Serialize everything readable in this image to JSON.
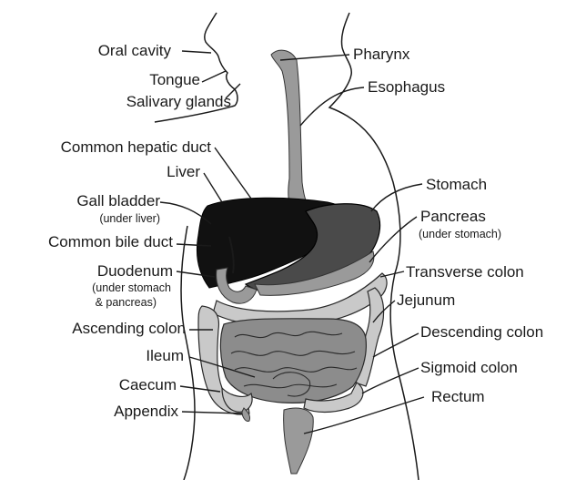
{
  "labels": {
    "oral_cavity": "Oral cavity",
    "tongue": "Tongue",
    "salivary_glands": "Salivary glands",
    "pharynx": "Pharynx",
    "esophagus": "Esophagus",
    "common_hepatic_duct": "Common hepatic duct",
    "liver": "Liver",
    "gall_bladder": "Gall bladder",
    "gall_bladder_note": "(under liver)",
    "common_bile_duct": "Common bile duct",
    "duodenum": "Duodenum",
    "duodenum_note_1": "(under stomach",
    "duodenum_note_2": "& pancreas)",
    "ascending_colon": "Ascending colon",
    "ileum": "Ileum",
    "caecum": "Caecum",
    "appendix": "Appendix",
    "stomach": "Stomach",
    "pancreas": "Pancreas",
    "pancreas_note": "(under stomach)",
    "transverse_colon": "Transverse colon",
    "jejunum": "Jejunum",
    "descending_colon": "Descending colon",
    "sigmoid_colon": "Sigmoid colon",
    "rectum": "Rectum"
  }
}
